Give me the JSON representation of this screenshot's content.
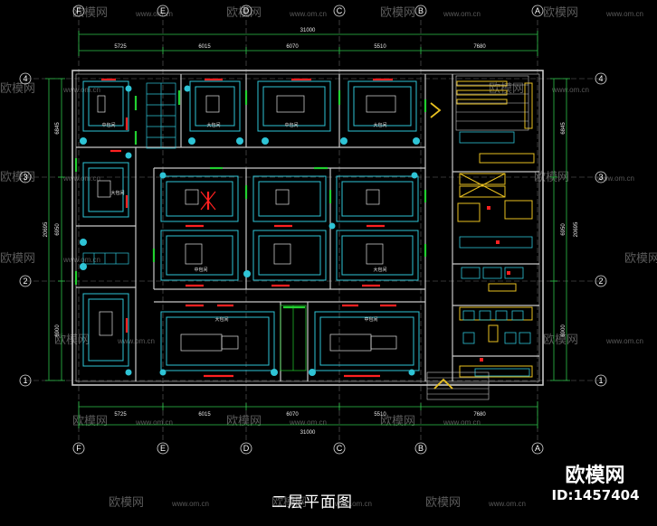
{
  "caption": "二层平面图",
  "brand": {
    "name": "欧模网",
    "id": "ID:1457404"
  },
  "watermark": {
    "name": "欧模网",
    "site": "www.om.cn"
  },
  "dimensions": {
    "top_total": "31000",
    "top_segments": [
      "5725",
      "6015",
      "6070",
      "5510",
      "7680"
    ],
    "bottom_total": "31000",
    "bottom_segments": [
      "5725",
      "6015",
      "6070",
      "5510",
      "7680"
    ],
    "left_total": "20695",
    "left_segments": [
      "6845",
      "6950",
      "6900"
    ],
    "right_total": "20695",
    "right_segments": [
      "6845",
      "6950",
      "6900"
    ]
  },
  "axes": {
    "top": [
      "F",
      "E",
      "D",
      "C",
      "B",
      "A"
    ],
    "bottom": [
      "F",
      "E",
      "D",
      "C",
      "B",
      "A"
    ],
    "left": [
      "4",
      "3",
      "2",
      "1"
    ],
    "right": [
      "4",
      "3",
      "2",
      "1"
    ]
  },
  "room_labels": [
    "中包间",
    "大包间",
    "中包间",
    "大包间",
    "大包间",
    "中包间",
    "大包间",
    "大包间",
    "中包间"
  ],
  "colors": {
    "wall": "#c8c8c8",
    "furniture": "#2ec4d6",
    "door": "#ff2020",
    "green": "#22d030",
    "dim": "#2ec44a",
    "yellow": "#e8c020"
  }
}
